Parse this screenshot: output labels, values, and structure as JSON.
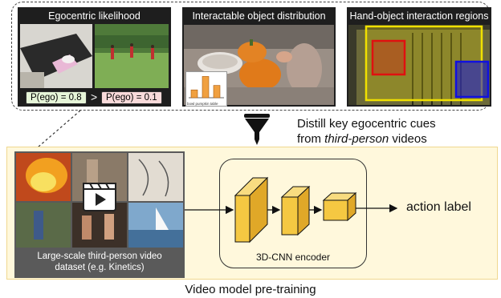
{
  "egocentric_cues": {
    "panel1": {
      "title": "Egocentric likelihood",
      "prob_high": "P(ego) = 0.8",
      "comparison": ">",
      "prob_low": "P(ego) = 0.1"
    },
    "panel2": {
      "title": "Interactable object distribution",
      "inset_caption": "bowl pumpkin table",
      "inset_values": [
        0.35,
        0.95,
        0.55
      ]
    },
    "panel3": {
      "title": "Hand-object interaction regions"
    }
  },
  "distill_text_line1": "Distill key egocentric cues",
  "distill_text_line2_prefix": "from ",
  "distill_text_line2_italic": "third-person",
  "distill_text_line2_suffix": " videos",
  "dataset_caption_line1": "Large-scale third-person video",
  "dataset_caption_line2": "dataset (e.g. Kinetics)",
  "encoder_label": "3D-CNN encoder",
  "output_label": "action label",
  "footer_label": "Video model pre-training",
  "colors": {
    "pretrain_bg": "#fff8dc",
    "pretrain_border": "#f0d890",
    "cube": "#f5c842",
    "red_box": "#e01010",
    "blue_box": "#1010e0",
    "yellow_box": "#f0e000"
  },
  "icons": [
    "filter-funnel-icon",
    "video-camera-icon"
  ]
}
